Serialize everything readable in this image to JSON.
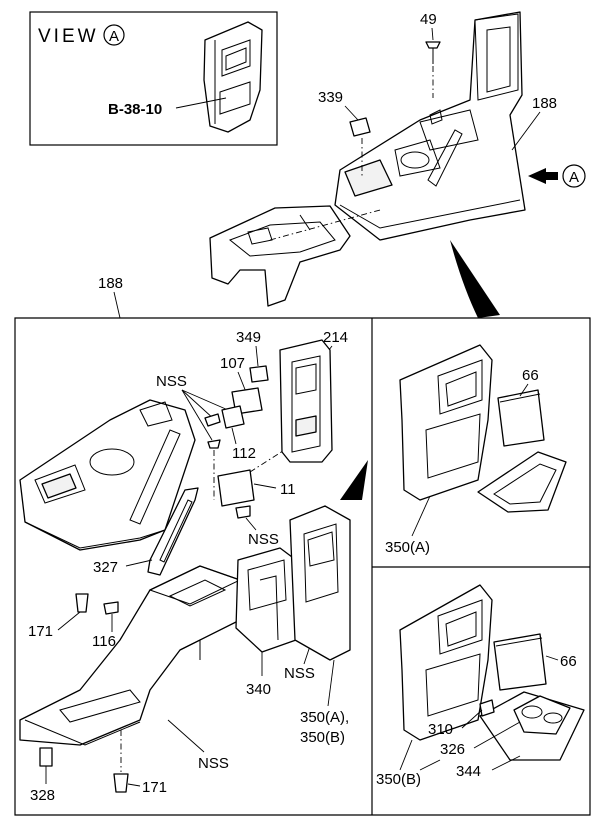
{
  "view_box": {
    "title": "VIEW",
    "circle_letter": "A",
    "ref_label": "B-38-10"
  },
  "arrow_label": "A",
  "callouts": {
    "p49": "49",
    "p339": "339",
    "p188_top": "188",
    "p188_main": "188",
    "p349": "349",
    "p214": "214",
    "p107": "107",
    "nss_1": "NSS",
    "p112": "112",
    "p11": "11",
    "nss_2": "NSS",
    "p327": "327",
    "p171_a": "171",
    "p116": "116",
    "p340": "340",
    "nss_3": "NSS",
    "p350ab_1": "350(A),",
    "p350ab_2": "350(B)",
    "nss_4": "NSS",
    "p328": "328",
    "p171_b": "171",
    "p66_a": "66",
    "p350a": "350(A)",
    "p66_b": "66",
    "p310": "310",
    "p326": "326",
    "p344": "344",
    "p350b": "350(B)"
  }
}
